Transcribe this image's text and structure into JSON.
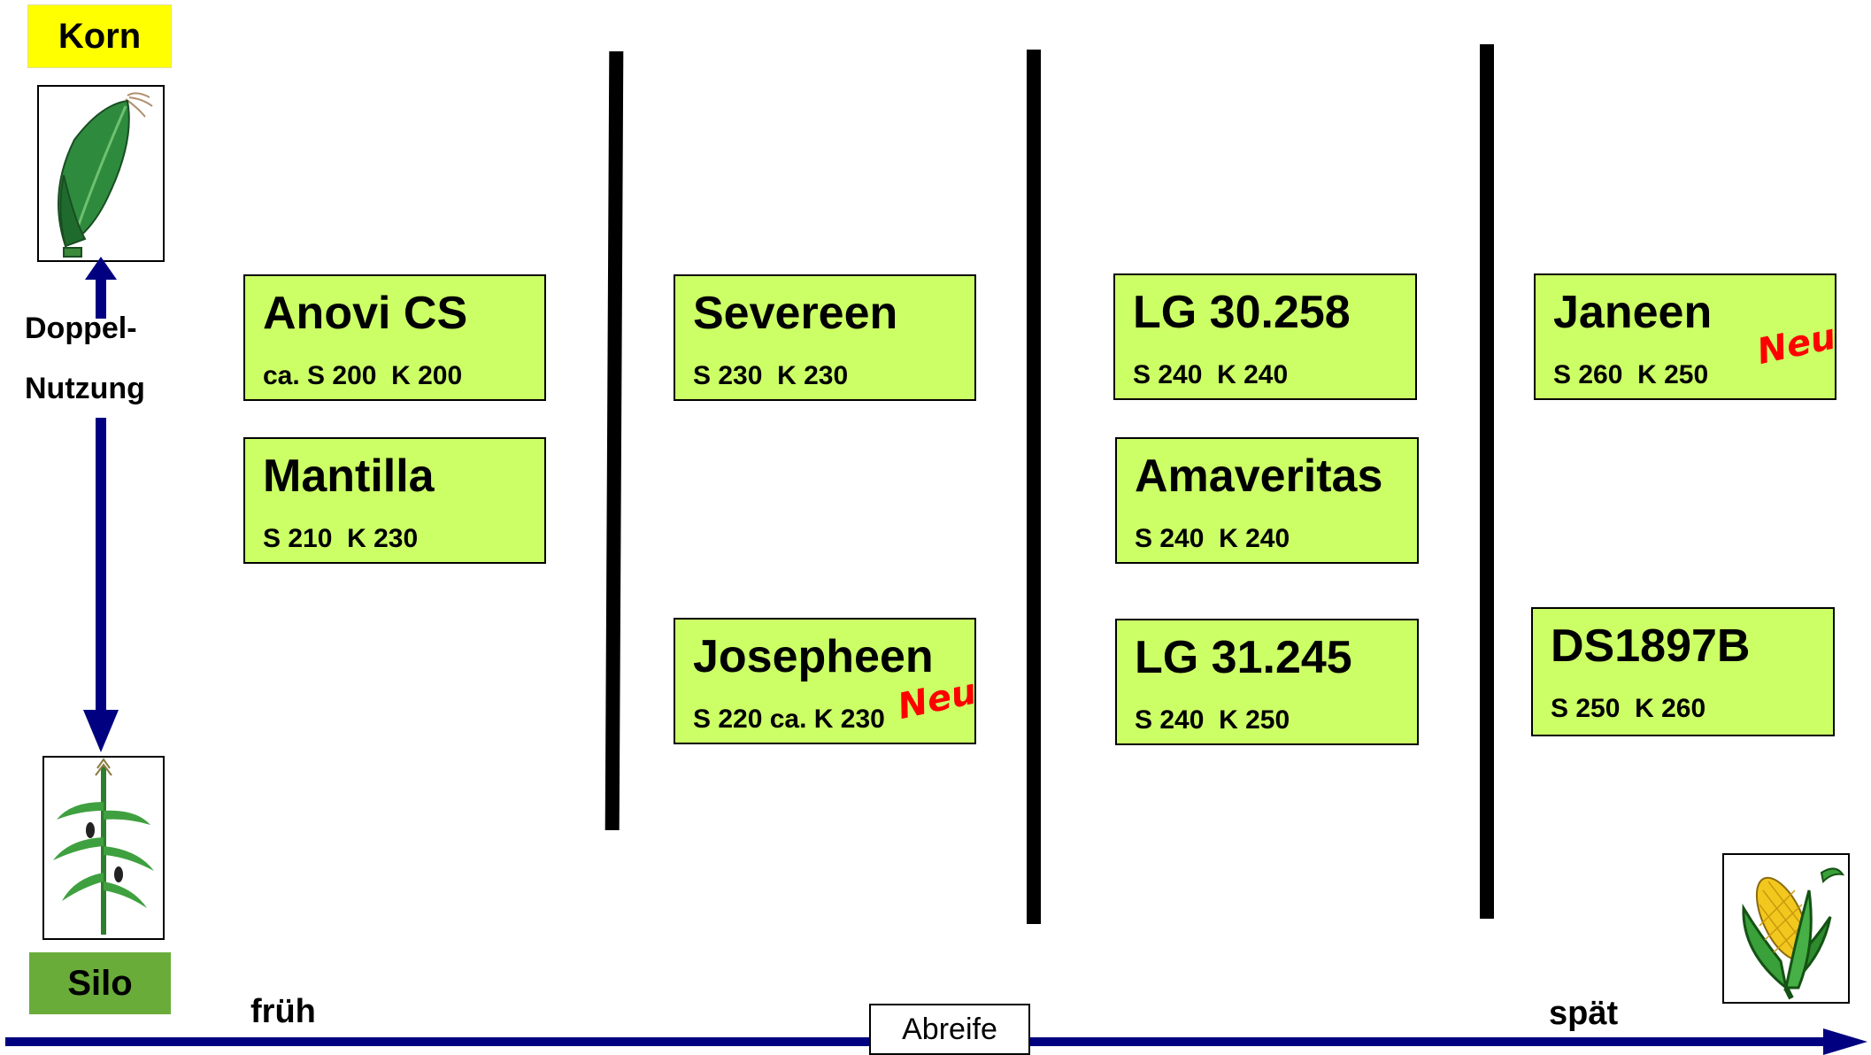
{
  "colors": {
    "korn": "#ffff00",
    "silo": "#6aac3a",
    "card": "#ccff66",
    "arrow": "#000080",
    "neu": "#ff0000"
  },
  "left_panel": {
    "korn_label": "Korn",
    "silo_label": "Silo",
    "dual_use_line1": "Doppel-",
    "dual_use_line2": "Nutzung",
    "top_icon": "corn-cob-husk-icon",
    "bottom_icon": "corn-plant-icon"
  },
  "varieties": [
    {
      "name": "Anovi CS",
      "values": "ca. S 200  K 200",
      "neu": ""
    },
    {
      "name": "Mantilla",
      "values": "S 210  K 230",
      "neu": ""
    },
    {
      "name": "Severeen",
      "values": "S 230  K 230",
      "neu": ""
    },
    {
      "name": "Josepheen",
      "values": "S 220 ca. K 230",
      "neu": "Neu"
    },
    {
      "name": "LG 30.258",
      "values": "S 240  K 240",
      "neu": ""
    },
    {
      "name": "Amaveritas",
      "values": "S 240  K 240",
      "neu": ""
    },
    {
      "name": "LG 31.245",
      "values": "S 240  K 250",
      "neu": ""
    },
    {
      "name": "Janeen",
      "values": "S 260  K 250",
      "neu": "Neu"
    },
    {
      "name": "DS1897B",
      "values": "S 250  K 260",
      "neu": ""
    }
  ],
  "axis": {
    "early": "früh",
    "late": "spät",
    "label": "Abreife",
    "corner_icon": "corn-cob-icon"
  }
}
